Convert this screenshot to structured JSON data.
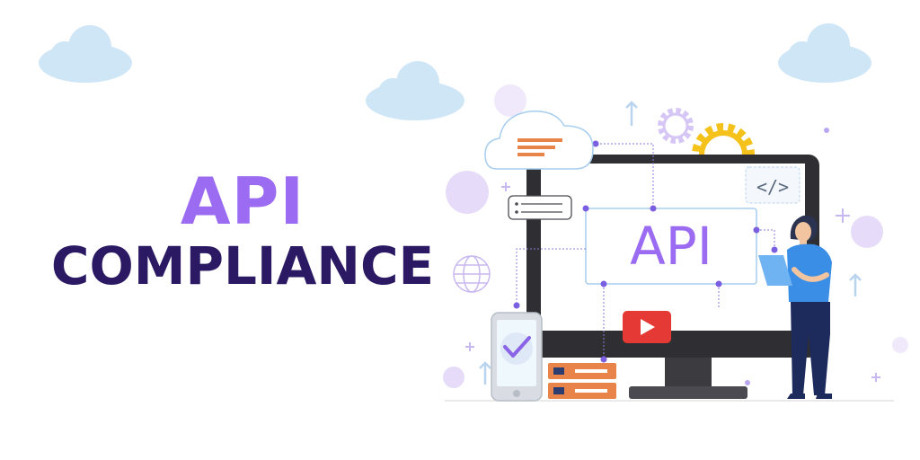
{
  "hero": {
    "title_line1": "API",
    "title_line2": "COMPLIANCE"
  },
  "illustration": {
    "monitor_label": "API",
    "code_tag": "</>"
  },
  "colors": {
    "accent_purple": "#9b6cf2",
    "dark_purple": "#2b1a63",
    "cloud_blue": "#cfe6f7",
    "monitor_dark": "#2f2f33",
    "gear_yellow": "#f5c21b",
    "play_red": "#e53935",
    "server_orange": "#e8834a",
    "person_blue": "#3a8ee6",
    "pants_navy": "#1d2a5c"
  }
}
